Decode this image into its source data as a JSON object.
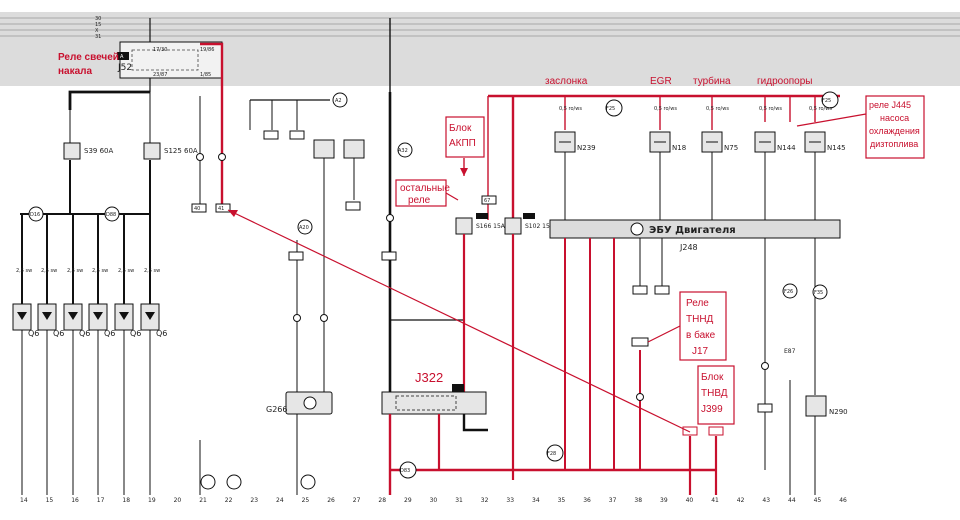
{
  "diagram": {
    "rails": [
      "30",
      "15",
      "X",
      "31"
    ],
    "j52": {
      "tag": "A",
      "name": "J52",
      "pin_a": "17/30",
      "pin_b": "23/87",
      "pin_c": "19/86",
      "pin_d": "1/85"
    },
    "fuses": [
      "S39 60A",
      "S125 60A",
      "S166 15A",
      "S102 15A"
    ],
    "junctions": [
      "D16",
      "D88",
      "A2",
      "A32",
      "A20",
      "F25",
      "F25",
      "F26",
      "F28",
      "D83",
      "F35"
    ],
    "connectors": [
      "40",
      "41",
      "67"
    ],
    "glow_plugs": [
      "Q6",
      "Q6",
      "Q6",
      "Q6",
      "Q6",
      "Q6"
    ],
    "glow_wire_codes": [
      "2,5 sw",
      "2,5 sw",
      "2,5 sw",
      "2,5 sw",
      "2,5 sw",
      "2,5 sw"
    ],
    "actuators": [
      {
        "name": "N239",
        "wire": "0,5 ro/ws"
      },
      {
        "name": "N18",
        "wire": "0,5 ro/ws"
      },
      {
        "name": "N75",
        "wire": "0,5 ro/ws"
      },
      {
        "name": "N144",
        "wire": "0,5 ro/ws"
      },
      {
        "name": "N145",
        "wire": "0,5 ro/ws"
      }
    ],
    "sensors": {
      "g266": "G266"
    },
    "components": {
      "n290": "N290",
      "e87": "E87"
    },
    "ecu": {
      "title": "ЭБУ Двигателя",
      "code": "J248"
    },
    "annotations": {
      "glow_relay_1": "Реле свечей",
      "glow_relay_2": "накала",
      "akpp_1": "Блок",
      "akpp_2": "АКПП",
      "other_relays_1": "остальные",
      "other_relays_2": "реле",
      "flap": "заслонка",
      "egr": "EGR",
      "turbo": "турбина",
      "mounts": "гидроопоры",
      "j445_1": "реле J445",
      "j445_2": "насоса",
      "j445_3": "охлаждения",
      "j445_4": "дизтоплива",
      "tnnd_1": "Реле",
      "tnnd_2": "ТННД",
      "tnnd_3": "в баке",
      "tnnd_4": "J17",
      "tnvd_1": "Блок",
      "tnvd_2": "ТНВД",
      "tnvd_3": "J399",
      "j322": "J322"
    },
    "column_numbers": [
      "14",
      "15",
      "16",
      "17",
      "18",
      "19",
      "20",
      "21",
      "22",
      "23",
      "24",
      "25",
      "26",
      "27",
      "28",
      "29",
      "30",
      "31",
      "32",
      "33",
      "34",
      "35",
      "36",
      "37",
      "38",
      "39",
      "40",
      "41",
      "42",
      "43",
      "44",
      "45",
      "46"
    ],
    "colors": {
      "highlight": "#c8102e",
      "wire": "#111111",
      "band": "#dcdcdc"
    }
  }
}
